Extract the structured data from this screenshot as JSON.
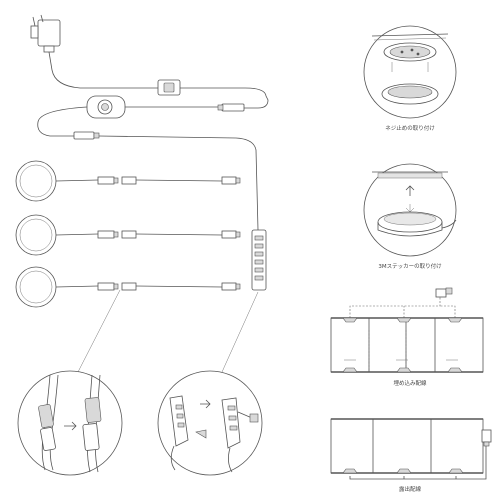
{
  "captions": {
    "screw_mount": "ネジ止めの取り付け",
    "tape_mount": "3Mステッカーの取り付け",
    "recessed_wiring": "埋め込み配線",
    "surface_wiring": "露出配線"
  }
}
